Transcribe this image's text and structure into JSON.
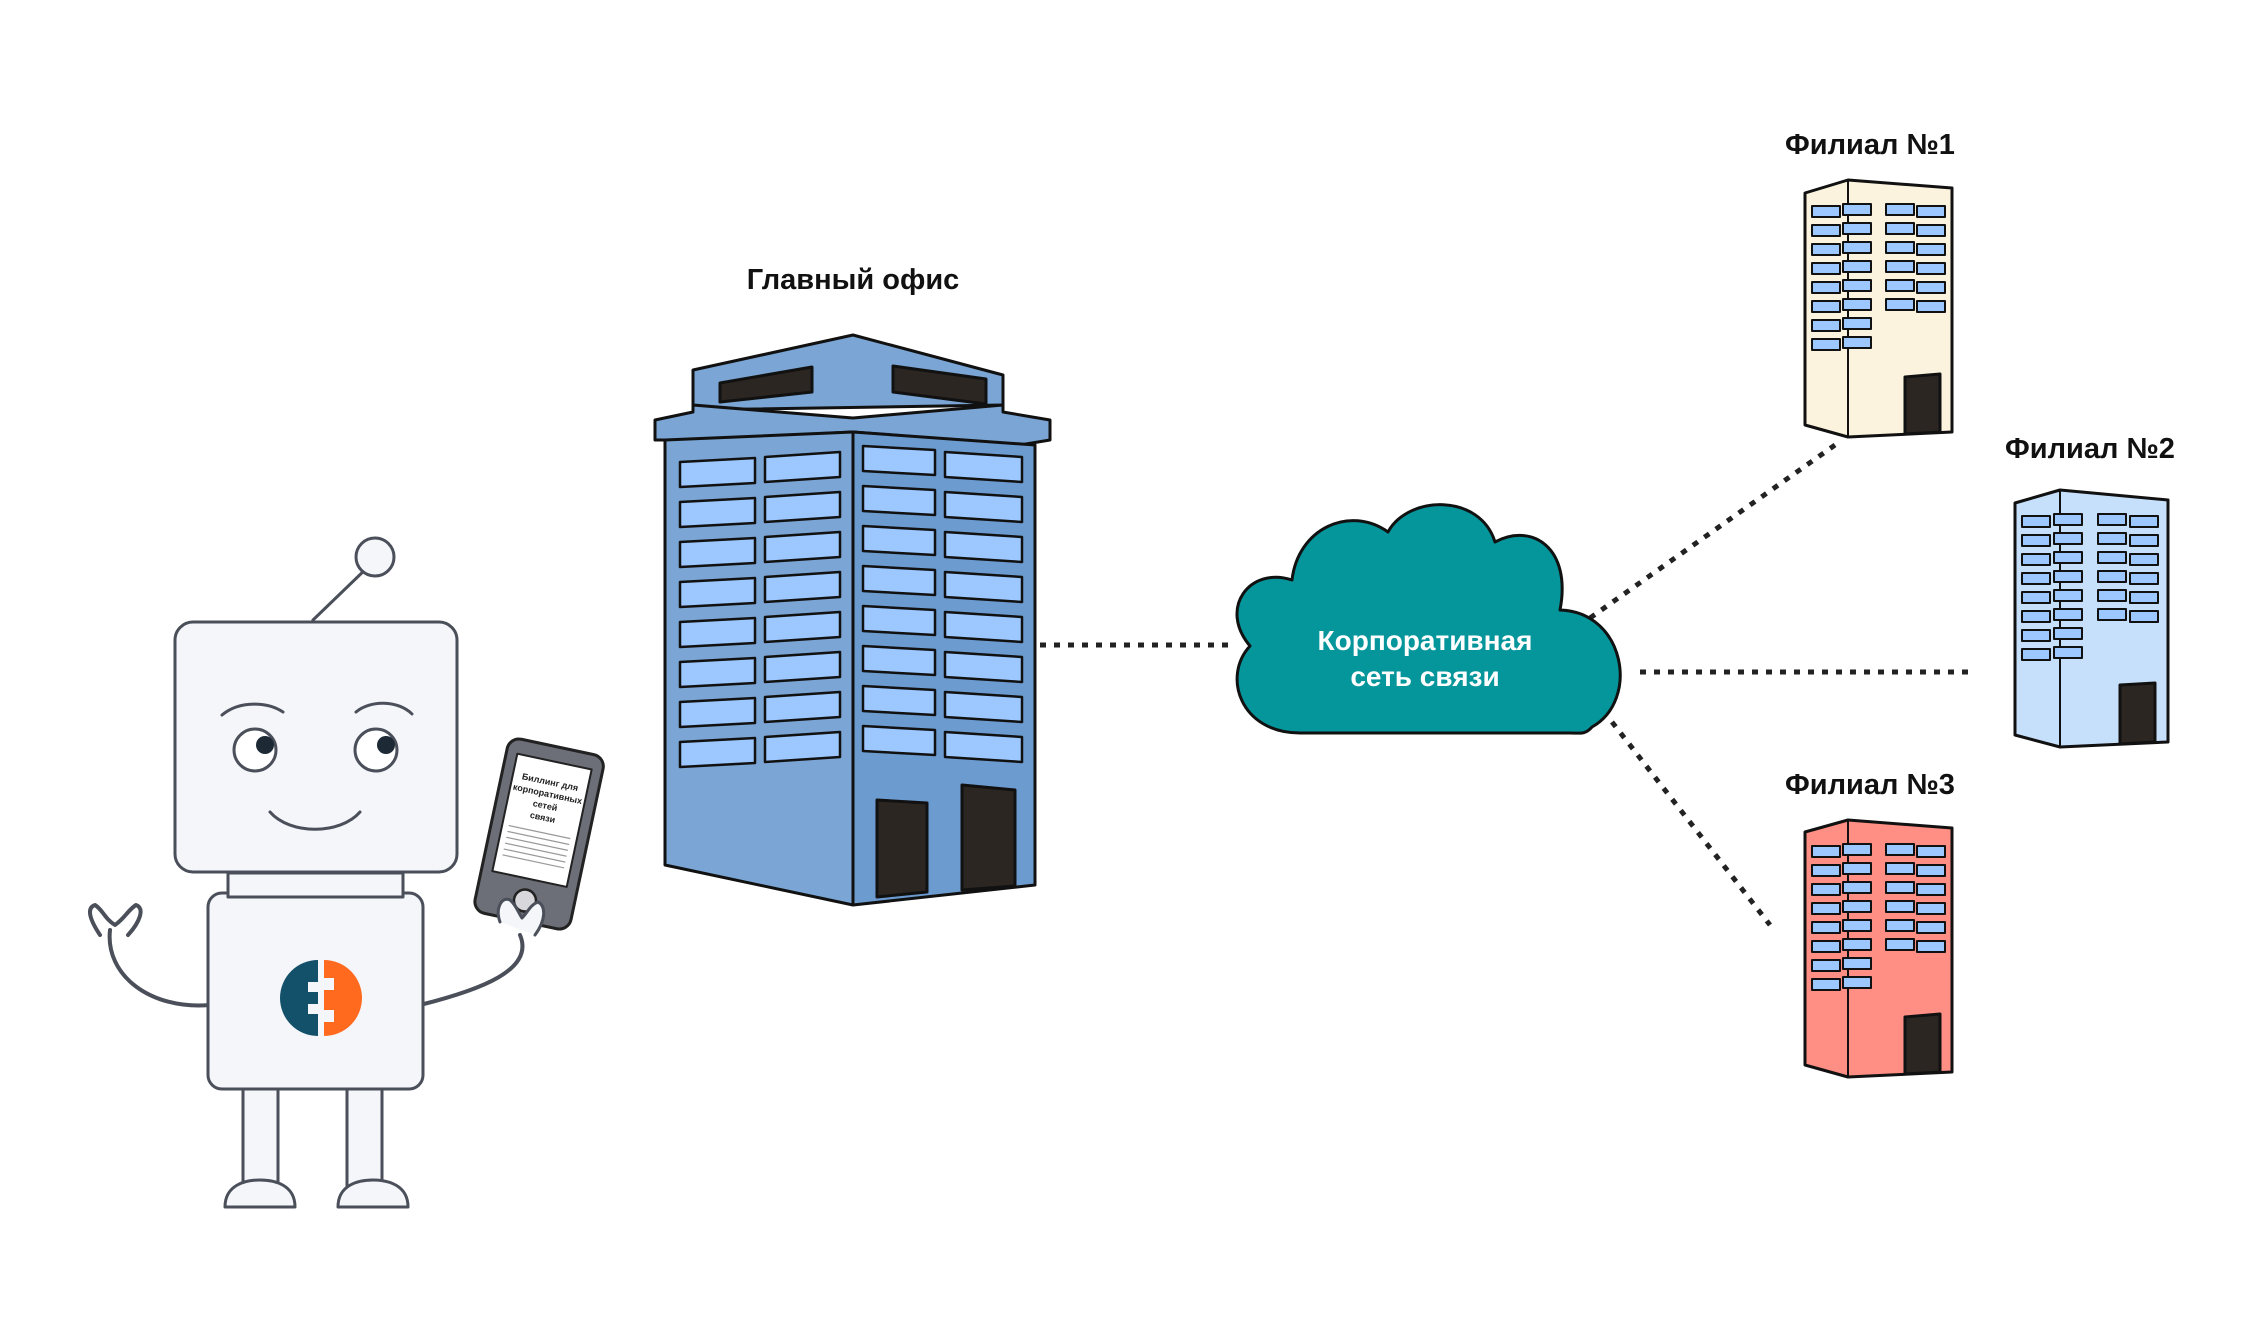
{
  "diagram": {
    "main_office": {
      "label": "Главный офис"
    },
    "network": {
      "line1": "Корпоративная",
      "line2": "сеть связи"
    },
    "branches": [
      {
        "label": "Филиал №1"
      },
      {
        "label": "Филиал №2"
      },
      {
        "label": "Филиал №3"
      }
    ],
    "phone_screen": {
      "lines": [
        "Биллинг для",
        "корпоративных",
        "сетей",
        "связи"
      ]
    },
    "colors": {
      "main_office": "#7aa5d4",
      "main_office_dark": "#5e8fc6",
      "window": "#9cc8ff",
      "cloud": "#05969c",
      "branch1": "#fbf3de",
      "branch2": "#c6e0fb",
      "branch3": "#ff8e84",
      "door": "#2b2622",
      "robot_fill": "#f4f6fa",
      "robot_stroke": "#4a4f5a",
      "logo_dark": "#13516b",
      "logo_orange": "#ff6a1f"
    }
  }
}
